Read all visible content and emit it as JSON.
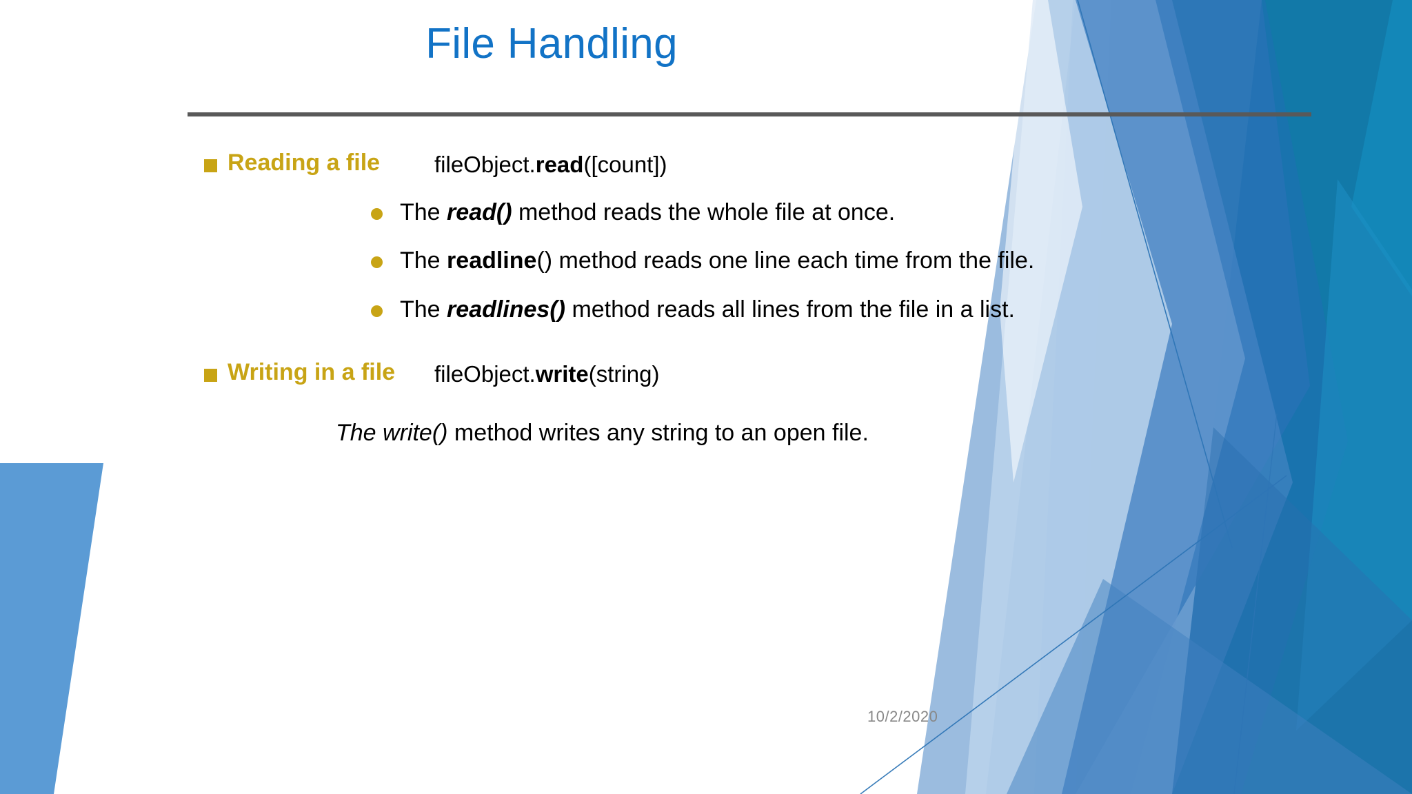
{
  "slide": {
    "title": "File Handling",
    "accent_blue": "#1273C6",
    "accent_gold": "#C8A415",
    "rule_color": "#595959",
    "date": "10/2/2020",
    "sections": [
      {
        "label": "Reading a file",
        "code_prefix": "fileObject.",
        "code_method": "read",
        "code_suffix": "([count])",
        "bullets": [
          {
            "pre": "The ",
            "emph": "read()",
            "emph_style": "bold-italic",
            "post": " method reads the whole file at once."
          },
          {
            "pre": "The ",
            "emph": "readline",
            "emph_style": "bold",
            "post": "() method reads one line each time from the file."
          },
          {
            "pre": "The ",
            "emph": "readlines()",
            "emph_style": "bold-italic",
            "post": " method reads all lines from the file in a list."
          }
        ]
      },
      {
        "label": "Writing in a file",
        "code_prefix": "fileObject.",
        "code_method": "write",
        "code_suffix": "(string)",
        "paragraph": {
          "emph": "The write()",
          "emph_style": "italic",
          "post": " method writes any string to an open file."
        }
      }
    ]
  }
}
